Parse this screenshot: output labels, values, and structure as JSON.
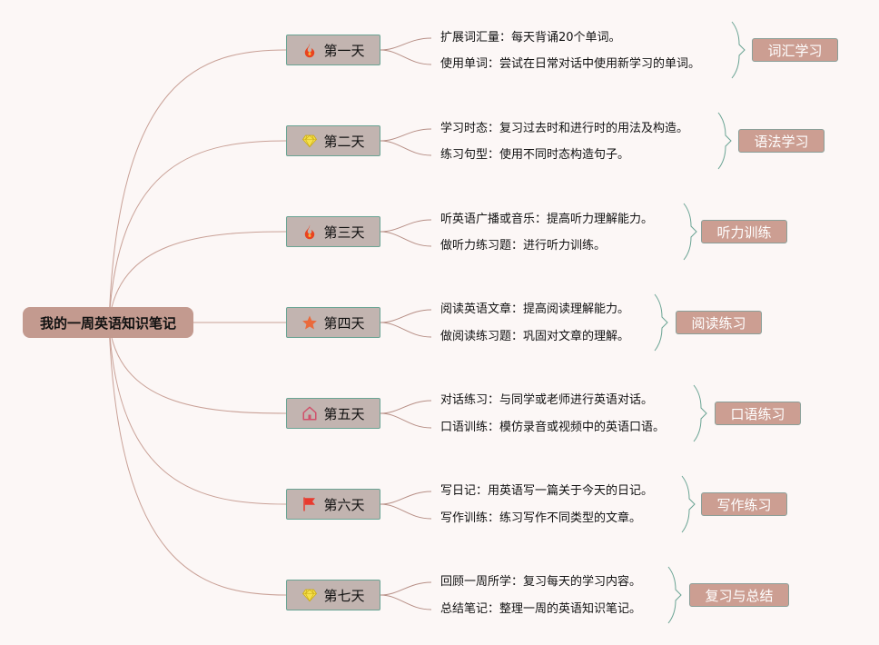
{
  "root": {
    "label": "我的一周英语知识笔记"
  },
  "days": [
    {
      "label": "第一天",
      "icon": "fire-icon",
      "items": [
        "扩展词汇量：每天背诵20个单词。",
        "使用单词：尝试在日常对话中使用新学习的单词。"
      ],
      "topic": "词汇学习"
    },
    {
      "label": "第二天",
      "icon": "gem-icon",
      "items": [
        "学习时态：复习过去时和进行时的用法及构造。",
        "练习句型：使用不同时态构造句子。"
      ],
      "topic": "语法学习"
    },
    {
      "label": "第三天",
      "icon": "fire-icon",
      "items": [
        "听英语广播或音乐：提高听力理解能力。",
        "做听力练习题：进行听力训练。"
      ],
      "topic": "听力训练"
    },
    {
      "label": "第四天",
      "icon": "star-icon",
      "items": [
        "阅读英语文章：提高阅读理解能力。",
        "做阅读练习题：巩固对文章的理解。"
      ],
      "topic": "阅读练习"
    },
    {
      "label": "第五天",
      "icon": "home-icon",
      "items": [
        "对话练习：与同学或老师进行英语对话。",
        "口语训练：模仿录音或视频中的英语口语。"
      ],
      "topic": "口语练习"
    },
    {
      "label": "第六天",
      "icon": "flag-icon",
      "items": [
        "写日记：用英语写一篇关于今天的日记。",
        "写作训练：练习写作不同类型的文章。"
      ],
      "topic": "写作练习"
    },
    {
      "label": "第七天",
      "icon": "gem-icon",
      "items": [
        "回顾一周所学：复习每天的学习内容。",
        "总结笔记：整理一周的英语知识笔记。"
      ],
      "topic": "复习与总结"
    }
  ],
  "colors": {
    "background": "#fcf7f6",
    "root": "#c39a8f",
    "day_node": "#c2b4b0",
    "topic_node": "#cc9e92",
    "root_link": "#c9a197",
    "detail_link": "#b78f86",
    "brace": "#6aa494"
  }
}
